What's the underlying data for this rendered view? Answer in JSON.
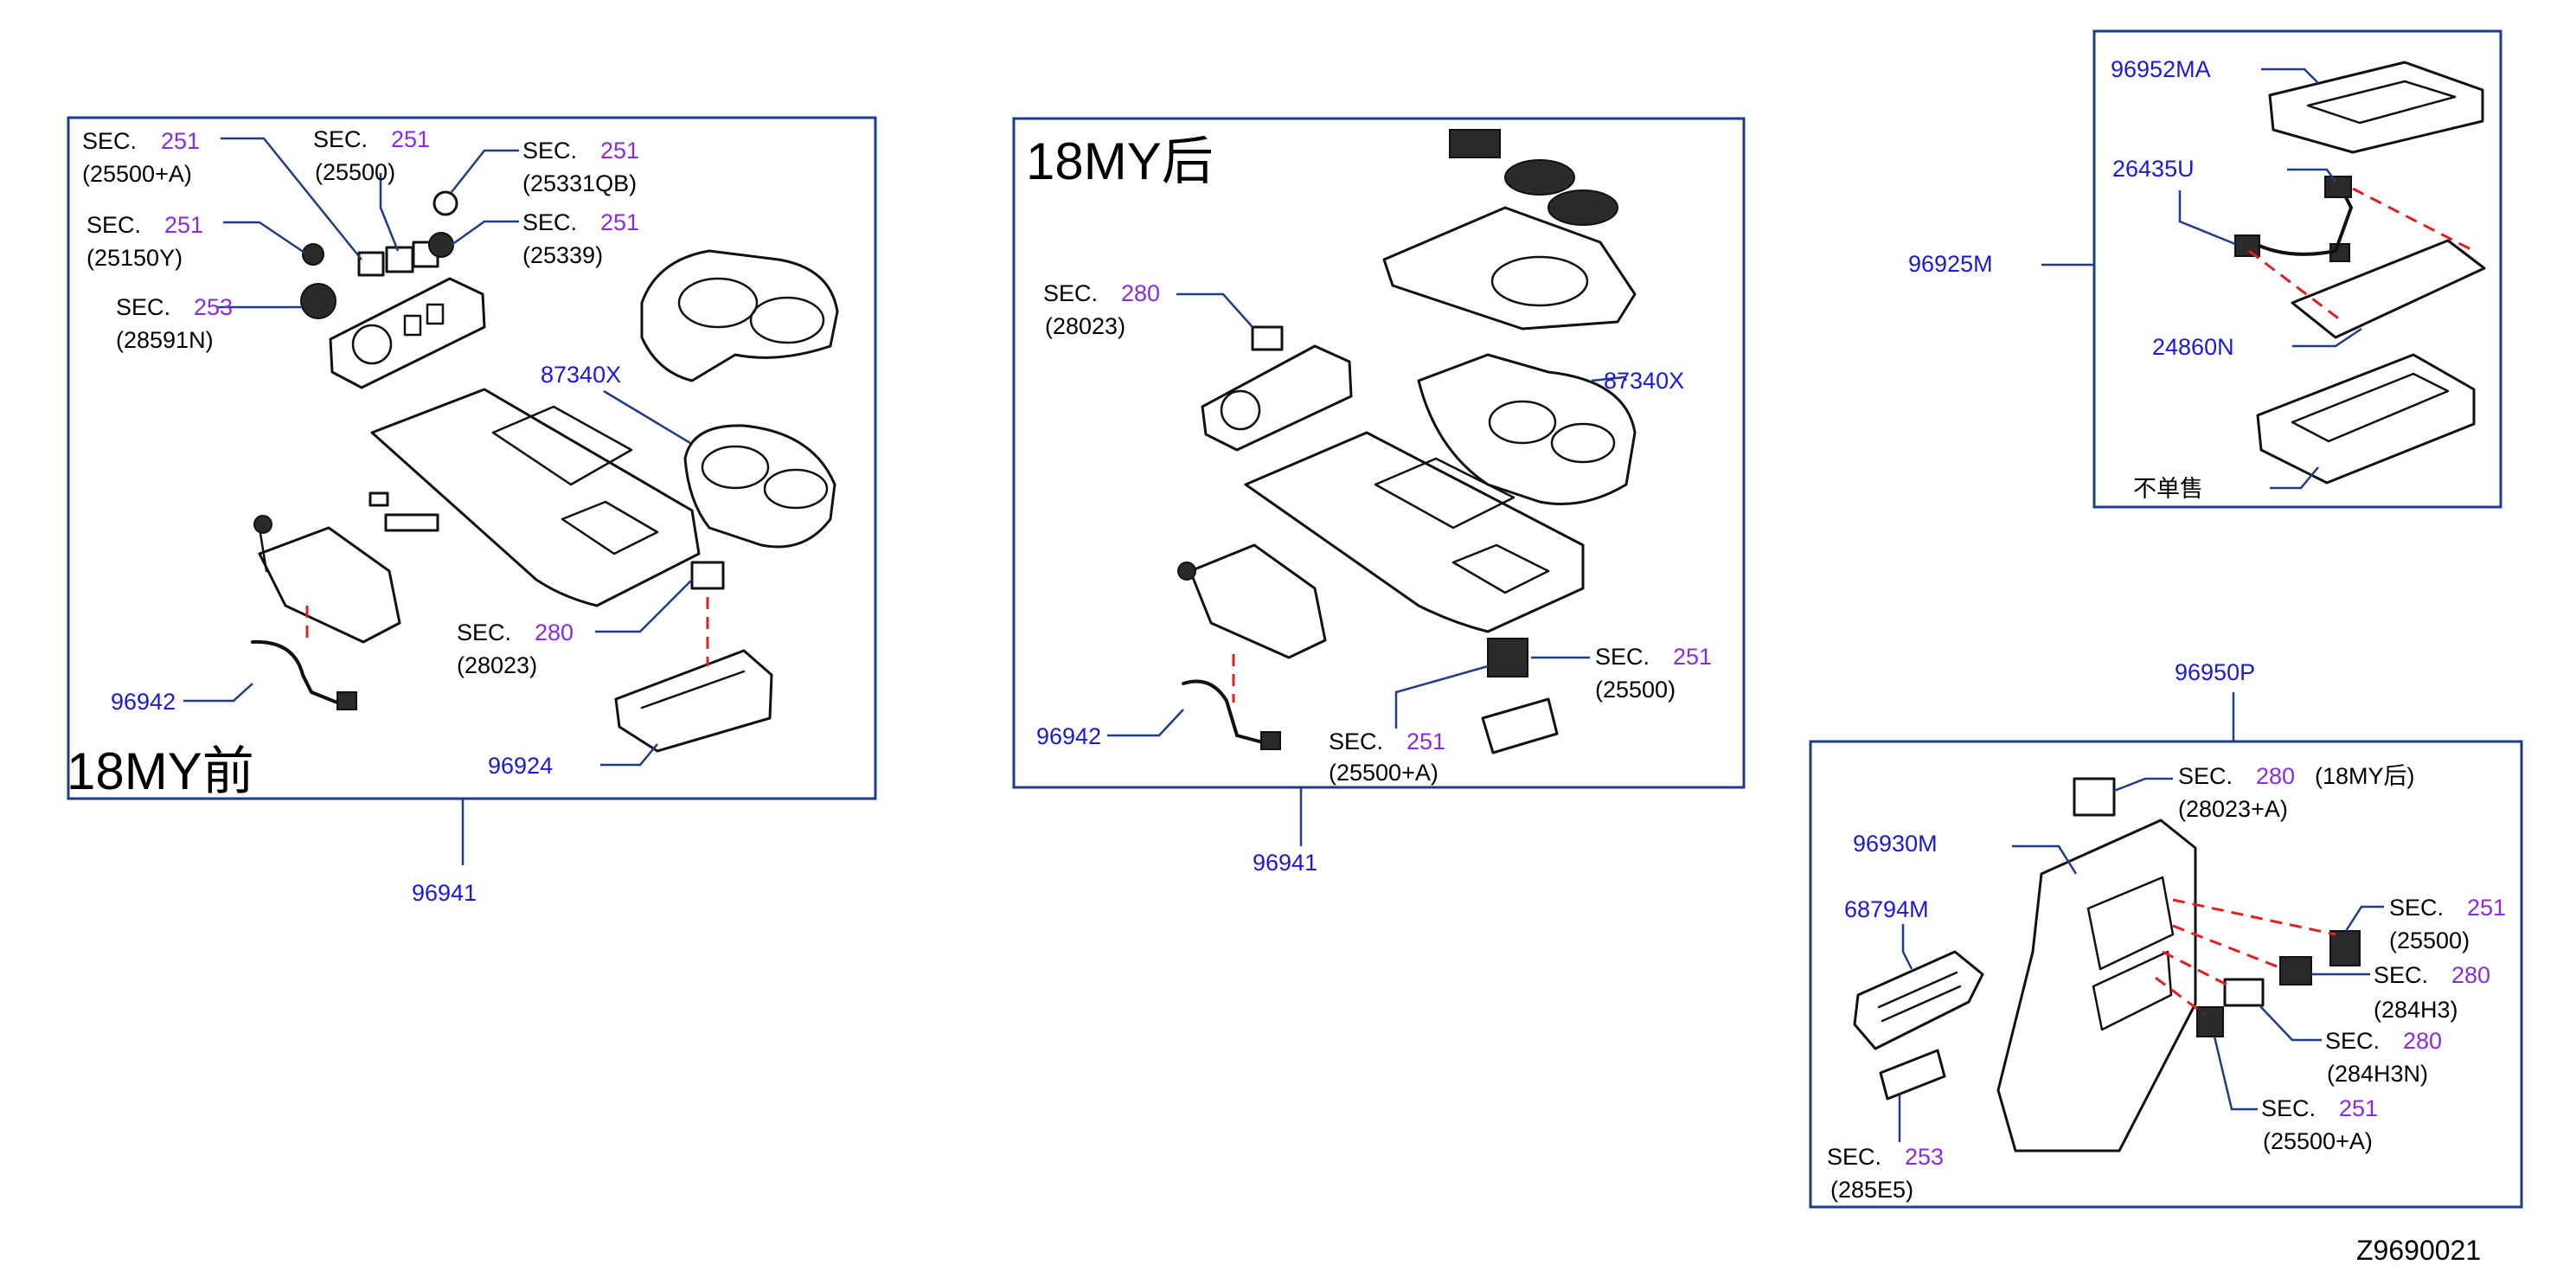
{
  "diagram_id": "Z9690021",
  "variant_before": "18MY前",
  "variant_after": "18MY后",
  "sec_word": "SEC.",
  "colors": {
    "part_number": "#1a1ad6",
    "section_number": "#8a2be2",
    "frame": "#1f3b8c",
    "dashed_link": "#e02020"
  },
  "box1": {
    "assembly": "96941",
    "refs": [
      {
        "sec": "251",
        "code": "(25500+A)"
      },
      {
        "sec": "251",
        "code": "(25500)"
      },
      {
        "sec": "251",
        "code": "(25331QB)"
      },
      {
        "sec": "251",
        "code": "(25150Y)"
      },
      {
        "sec": "251",
        "code": "(25339)"
      },
      {
        "sec": "253",
        "code": "(28591N)"
      },
      {
        "sec": "280",
        "code": "(28023)"
      }
    ],
    "parts": [
      "87340X",
      "96942",
      "96924"
    ]
  },
  "box2": {
    "assembly": "96941",
    "refs": [
      {
        "sec": "280",
        "code": "(28023)"
      },
      {
        "sec": "251",
        "code": "(25500)"
      },
      {
        "sec": "251",
        "code": "(25500+A)"
      }
    ],
    "parts": [
      "87340X",
      "96942"
    ]
  },
  "box3": {
    "assembly": "96925M",
    "parts": [
      "96952MA",
      "26435U",
      "24860N"
    ],
    "not_sold": "不单售"
  },
  "box4": {
    "assembly": "96950P",
    "parts": [
      "96930M",
      "68794M"
    ],
    "refs": [
      {
        "sec": "280",
        "code": "(28023+A)",
        "note": "(18MY后)"
      },
      {
        "sec": "251",
        "code": "(25500)"
      },
      {
        "sec": "280",
        "code": "(284H3)"
      },
      {
        "sec": "280",
        "code": "(284H3N)"
      },
      {
        "sec": "251",
        "code": "(25500+A)"
      },
      {
        "sec": "253",
        "code": "(285E5)"
      }
    ]
  }
}
